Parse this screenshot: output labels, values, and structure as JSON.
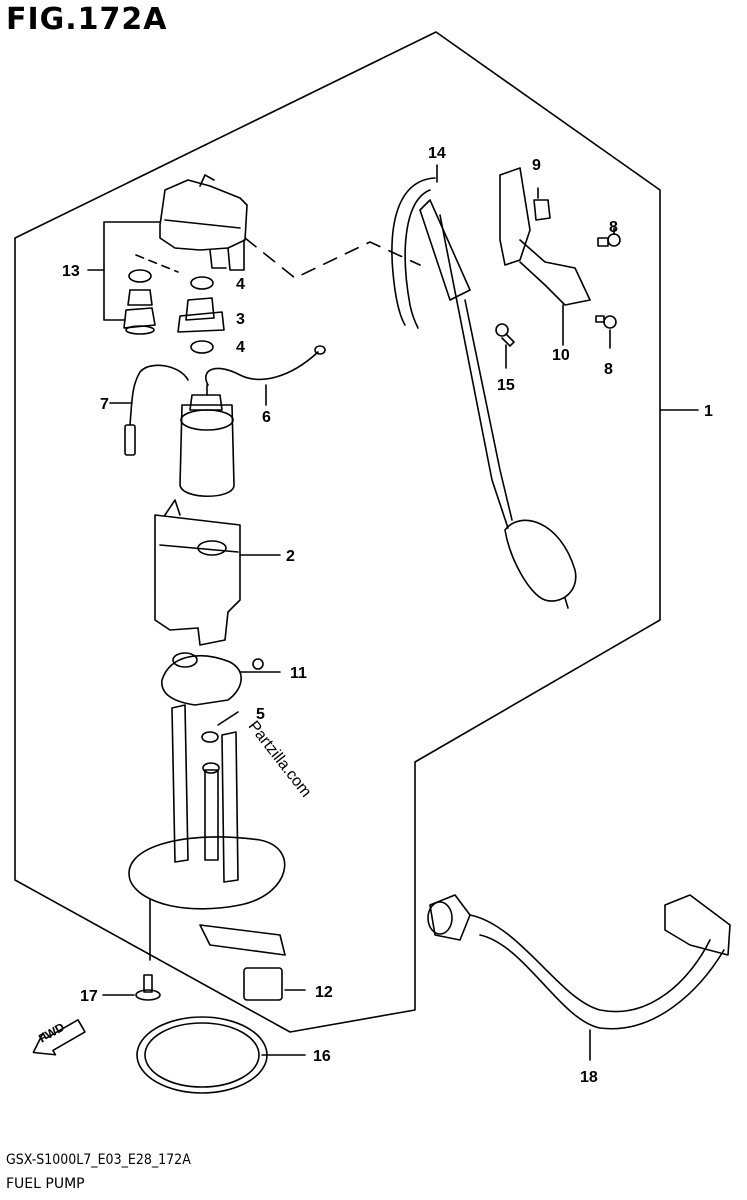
{
  "figure_title": "FIG.172A",
  "watermark": "Partzilla.com",
  "footer": {
    "model_code": "GSX-S1000L7_E03_E28_172A",
    "part_group": "FUEL PUMP"
  },
  "fwd_label": "FWD",
  "part_labels": [
    "1",
    "2",
    "3",
    "4",
    "4",
    "5",
    "6",
    "7",
    "8",
    "8",
    "9",
    "10",
    "11",
    "12",
    "13",
    "14",
    "15",
    "16",
    "17",
    "18"
  ],
  "colors": {
    "ink": "#000000",
    "background": "#ffffff"
  }
}
